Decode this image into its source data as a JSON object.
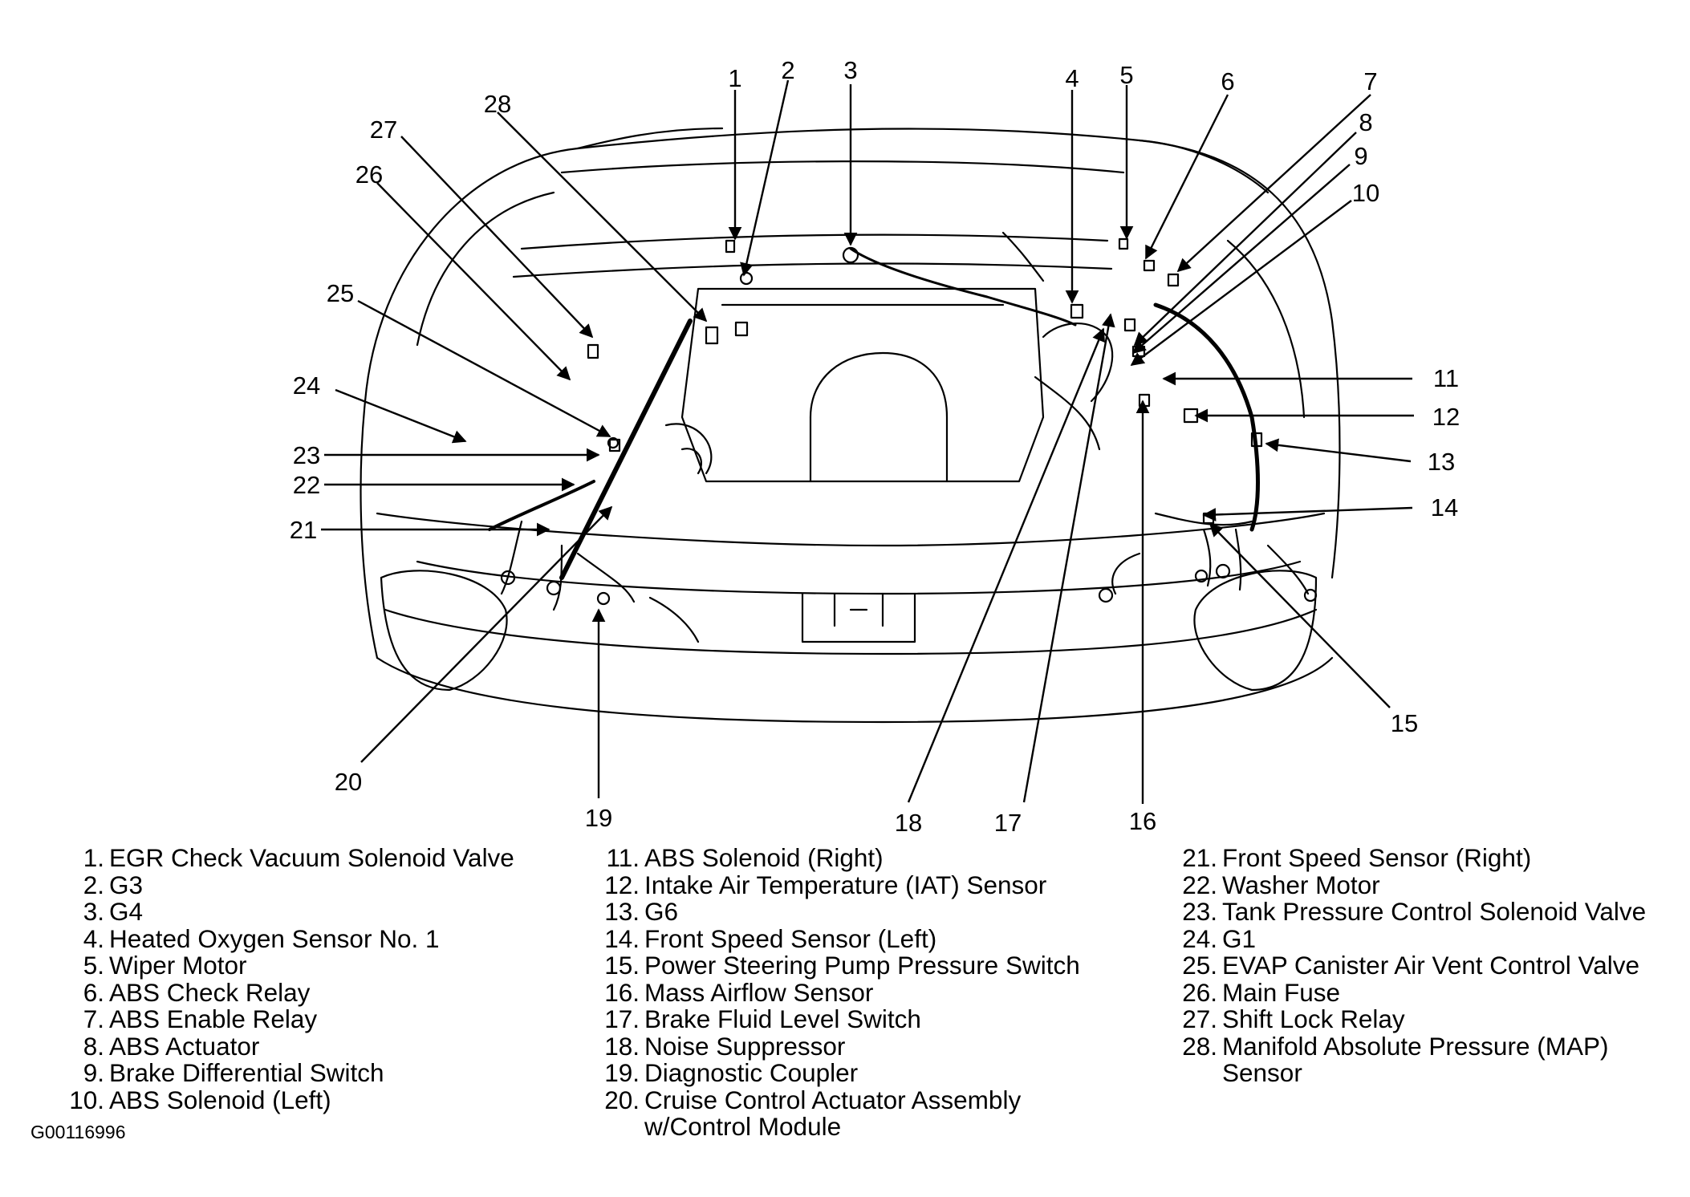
{
  "figure_id": "G00116996",
  "callout_numbers": [
    "1",
    "2",
    "3",
    "4",
    "5",
    "6",
    "7",
    "8",
    "9",
    "10",
    "11",
    "12",
    "13",
    "14",
    "15",
    "16",
    "17",
    "18",
    "19",
    "20",
    "21",
    "22",
    "23",
    "24",
    "25",
    "26",
    "27",
    "28"
  ],
  "legend": {
    "column1": [
      {
        "num": "1.",
        "text": "EGR Check Vacuum Solenoid Valve"
      },
      {
        "num": "2.",
        "text": "G3"
      },
      {
        "num": "3.",
        "text": "G4"
      },
      {
        "num": "4.",
        "text": "Heated Oxygen Sensor No. 1"
      },
      {
        "num": "5.",
        "text": "Wiper Motor"
      },
      {
        "num": "6.",
        "text": "ABS Check Relay"
      },
      {
        "num": "7.",
        "text": "ABS Enable Relay"
      },
      {
        "num": "8.",
        "text": "ABS Actuator"
      },
      {
        "num": "9.",
        "text": "Brake Differential Switch"
      },
      {
        "num": "10.",
        "text": "ABS Solenoid (Left)"
      }
    ],
    "column2": [
      {
        "num": "11.",
        "text": "ABS Solenoid (Right)"
      },
      {
        "num": "12.",
        "text": "Intake Air Temperature (IAT) Sensor"
      },
      {
        "num": "13.",
        "text": "G6"
      },
      {
        "num": "14.",
        "text": "Front Speed Sensor (Left)"
      },
      {
        "num": "15.",
        "text": "Power Steering Pump Pressure Switch"
      },
      {
        "num": "16.",
        "text": "Mass Airflow Sensor"
      },
      {
        "num": "17.",
        "text": "Brake Fluid Level Switch"
      },
      {
        "num": "18.",
        "text": "Noise Suppressor"
      },
      {
        "num": "19.",
        "text": "Diagnostic Coupler"
      },
      {
        "num": "20.",
        "text": "Cruise Control Actuator Assembly"
      },
      {
        "num": "",
        "text": "w/Control Module"
      }
    ],
    "column3": [
      {
        "num": "21.",
        "text": "Front Speed Sensor (Right)"
      },
      {
        "num": "22.",
        "text": "Washer Motor"
      },
      {
        "num": "23.",
        "text": "Tank Pressure Control Solenoid Valve"
      },
      {
        "num": "24.",
        "text": "G1"
      },
      {
        "num": "25.",
        "text": "EVAP Canister Air Vent Control Valve"
      },
      {
        "num": "26.",
        "text": "Main Fuse"
      },
      {
        "num": "27.",
        "text": "Shift Lock Relay"
      },
      {
        "num": "28.",
        "text": "Manifold Absolute Pressure (MAP)"
      },
      {
        "num": "",
        "text": "Sensor"
      }
    ]
  }
}
